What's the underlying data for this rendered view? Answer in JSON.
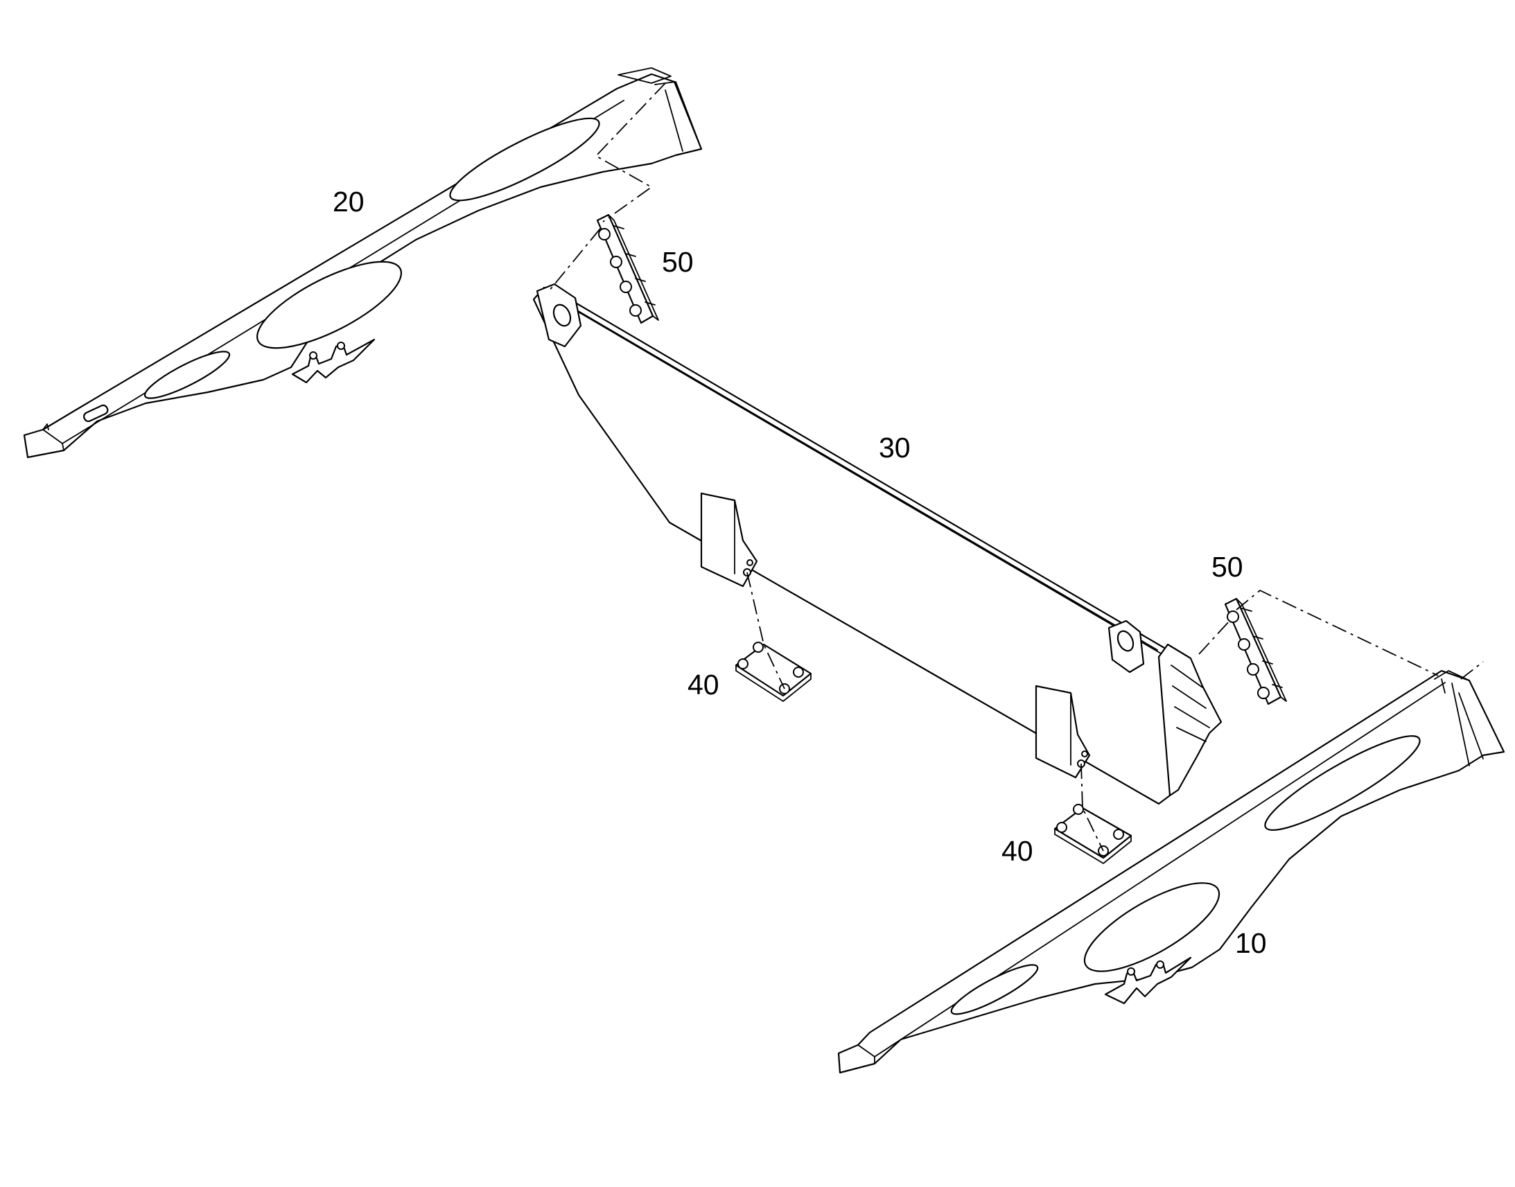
{
  "diagram": {
    "callouts": {
      "part_10": "10",
      "part_20": "20",
      "part_30": "30",
      "part_40_left": "40",
      "part_40_right": "40",
      "part_50_left": "50",
      "part_50_right": "50"
    },
    "colors": {
      "line": "#000000",
      "background": "#ffffff"
    }
  }
}
